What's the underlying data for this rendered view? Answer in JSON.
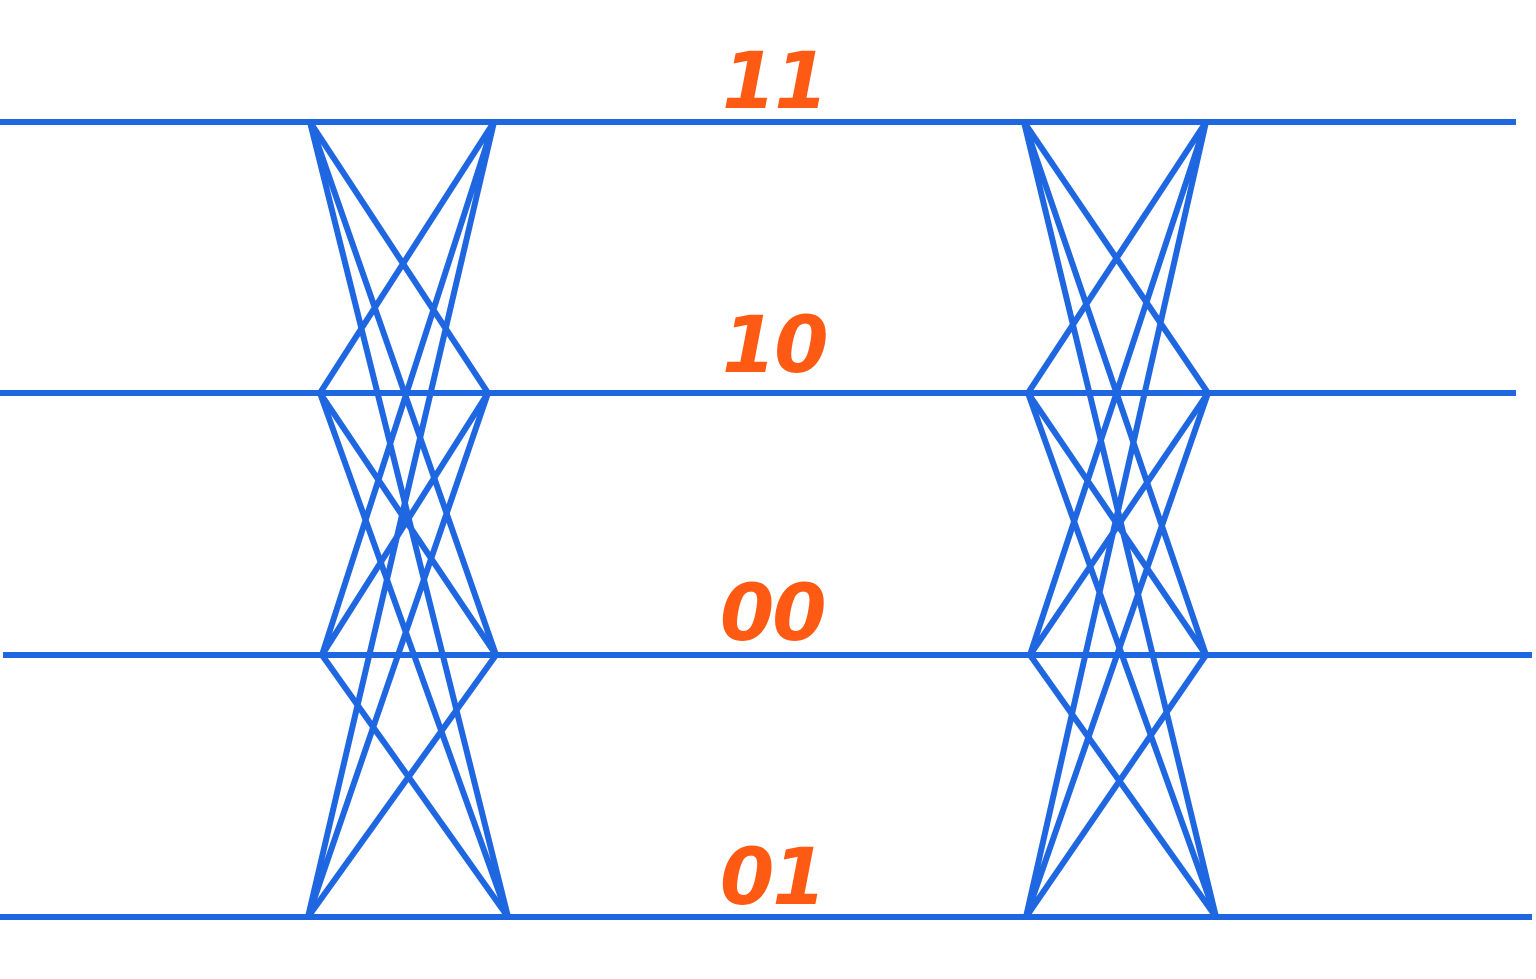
{
  "colors": {
    "line": "#1f67e0",
    "label": "#ff5a14",
    "background": "#ffffff"
  },
  "levels": [
    {
      "label": "11"
    },
    {
      "label": "10"
    },
    {
      "label": "00"
    },
    {
      "label": "01"
    }
  ]
}
